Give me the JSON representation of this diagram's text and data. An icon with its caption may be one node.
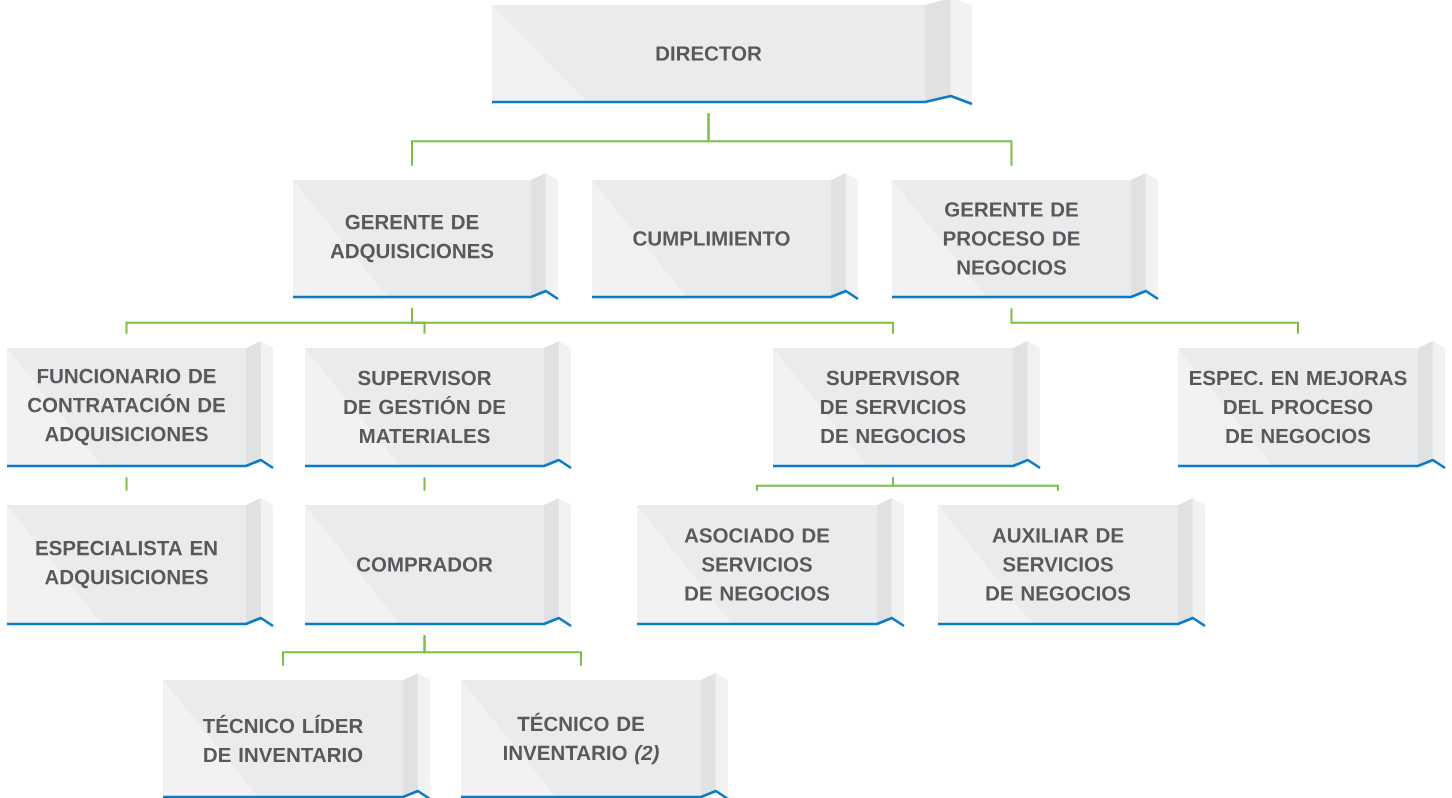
{
  "diagram": {
    "nodes": [
      {
        "text": [
          "DIRECTOR"
        ]
      },
      {
        "text": [
          "GERENTE DE ADQUISICIONES"
        ]
      },
      {
        "text": [
          "CUMPLIMIENTO"
        ]
      },
      {
        "text": [
          "GERENTE DE PROCESO DE NEGOCIOS"
        ]
      },
      {
        "text": [
          "FUNCIONARIO DE CONTRATACIÓN DE ADQUISICIONES"
        ]
      },
      {
        "text": [
          "SUPERVISOR DE GESTIÓN DE MATERIALES"
        ]
      },
      {
        "text": [
          "SUPERVISOR DE SERVICIOS DE NEGOCIOS"
        ]
      },
      {
        "text": [
          "ESPEC. EN MEJORAS DEL PROCESO DE NEGOCIOS"
        ]
      },
      {
        "text": [
          "ESPECIALISTA EN ADQUISICIONES"
        ]
      },
      {
        "text": [
          "COMPRADOR"
        ]
      },
      {
        "text": [
          "ASOCIADO DE SERVICIOS DE NEGOCIOS"
        ]
      },
      {
        "text": [
          "AUXILIAR DE SERVICIOS DE NEGOCIOS"
        ]
      },
      {
        "text": [
          "TÉCNICO LÍDER DE INVENTARIO"
        ]
      },
      {
        "text": [
          "TÉCNICO DE INVENTARIO *(2)*"
        ]
      }
    ],
    "edges": [
      {
        "from": 0,
        "to": 1,
        "arrow": "none"
      },
      {
        "from": 0,
        "to": 3,
        "arrow": "none"
      },
      {
        "from": 1,
        "to": 4,
        "arrow": "none"
      },
      {
        "from": 1,
        "to": 5,
        "arrow": "none"
      },
      {
        "from": 1,
        "to": 6,
        "arrow": "none"
      },
      {
        "from": 3,
        "to": 7,
        "arrow": "none"
      },
      {
        "from": 4,
        "to": 8,
        "arrow": "none"
      },
      {
        "from": 5,
        "to": 9,
        "arrow": "none"
      },
      {
        "from": 6,
        "to": 10,
        "arrow": "none"
      },
      {
        "from": 6,
        "to": 11,
        "arrow": "none"
      },
      {
        "from": 9,
        "to": 12,
        "arrow": "none"
      },
      {
        "from": 9,
        "to": 13,
        "arrow": "none"
      }
    ]
  }
}
